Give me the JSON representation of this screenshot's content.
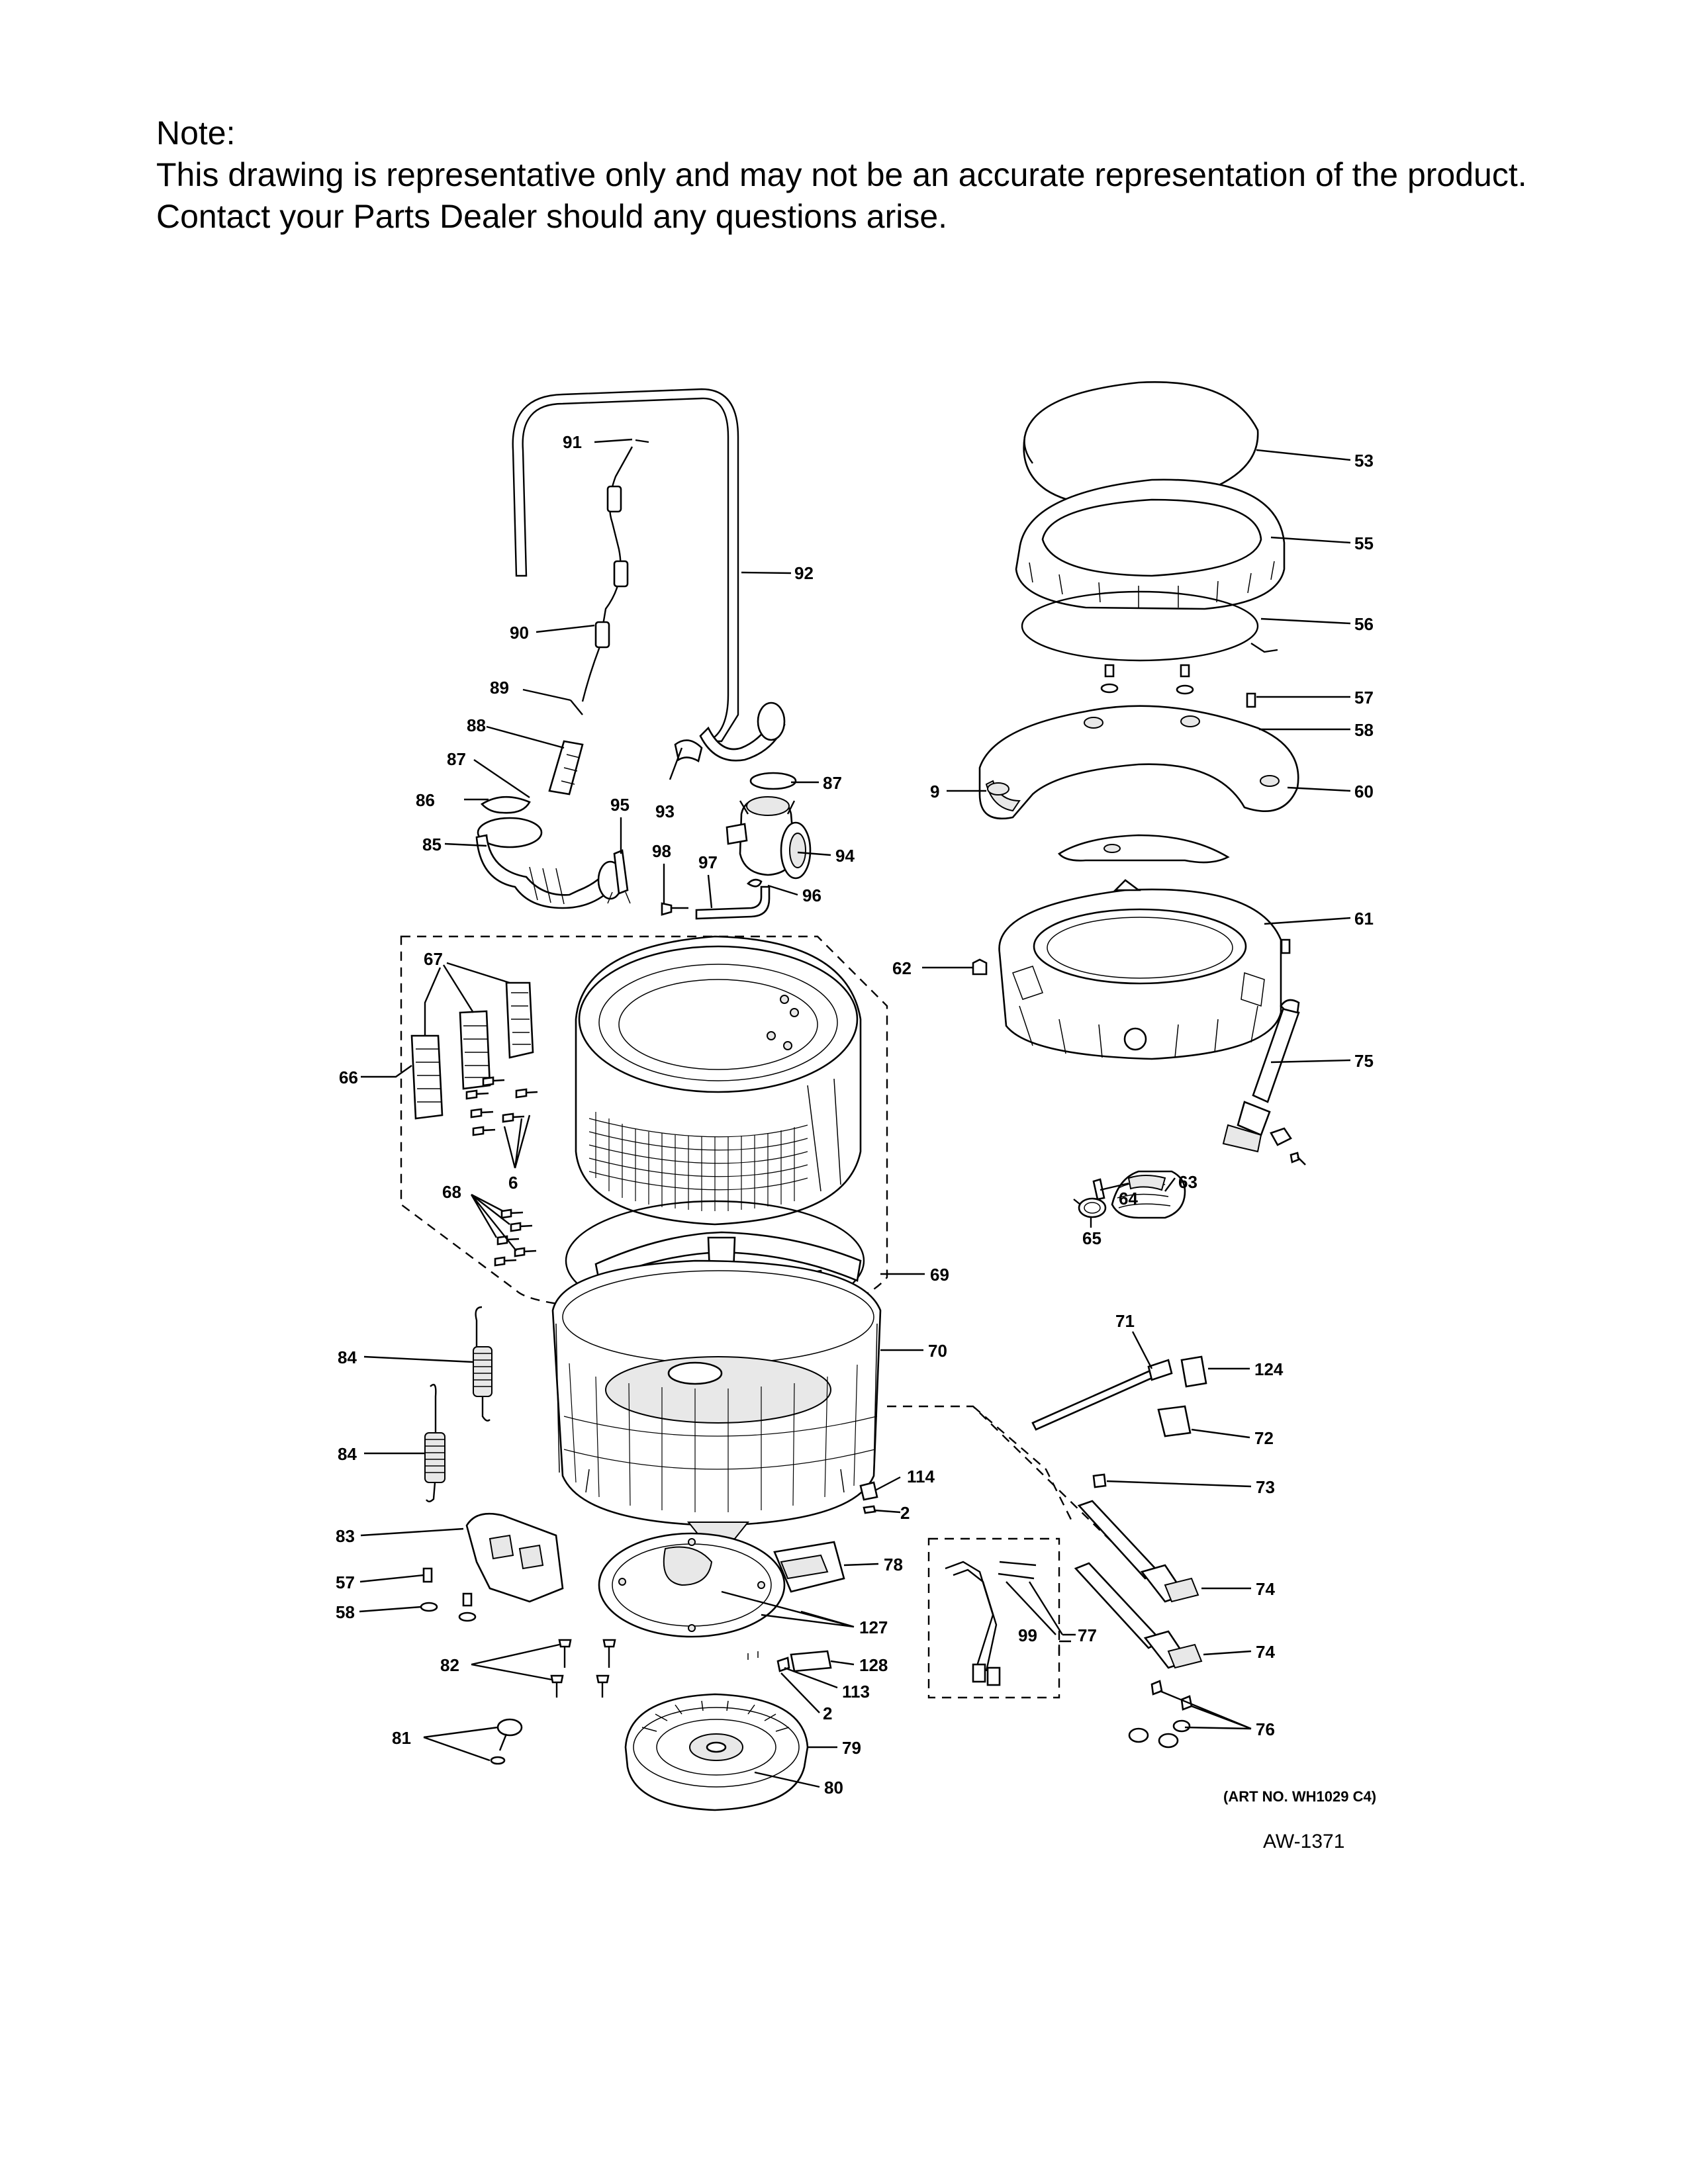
{
  "note": {
    "heading": "Note:",
    "line1": "This drawing is representative only and may not be an accurate representation of the product.",
    "line2": "Contact your Parts Dealer should any questions arise."
  },
  "callouts": {
    "c91": "91",
    "c92": "92",
    "c90": "90",
    "c89": "89",
    "c88": "88",
    "c87a": "87",
    "c86": "86",
    "c85": "85",
    "c95": "95",
    "c93": "93",
    "c87b": "87",
    "c94": "94",
    "c98": "98",
    "c97": "97",
    "c96": "96",
    "c53": "53",
    "c55": "55",
    "c56": "56",
    "c57a": "57",
    "c58a": "58",
    "c9": "9",
    "c60": "60",
    "c61": "61",
    "c62": "62",
    "c75": "75",
    "c63": "63",
    "c64": "64",
    "c65": "65",
    "c67": "67",
    "c66": "66",
    "c6": "6",
    "c68": "68",
    "c69": "69",
    "c70": "70",
    "c71": "71",
    "c124": "124",
    "c72": "72",
    "c73": "73",
    "c74a": "74",
    "c74b": "74",
    "c76": "76",
    "c84a": "84",
    "c84b": "84",
    "c114": "114",
    "c2a": "2",
    "c78": "78",
    "c83": "83",
    "c57b": "57",
    "c58b": "58",
    "c127": "127",
    "c128": "128",
    "c113": "113",
    "c2b": "2",
    "c99": "99",
    "c77": "77",
    "c82": "82",
    "c81": "81",
    "c79": "79",
    "c80": "80"
  },
  "art_number": "(ART NO. WH1029 C4)",
  "drawing_number": "AW-1371"
}
